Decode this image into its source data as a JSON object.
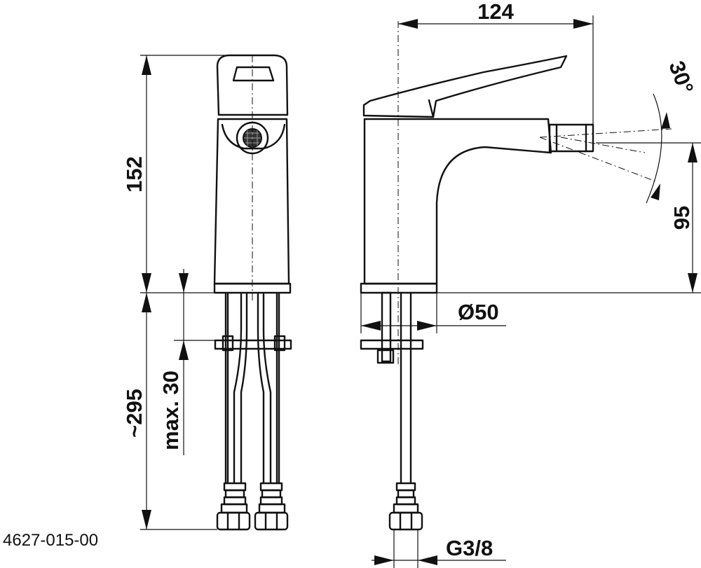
{
  "drawing": {
    "part_number": "4627-015-00",
    "dimensions": {
      "body_height": "152",
      "hose_length": "~295",
      "max_deck_thickness": "max. 30",
      "reach": "124",
      "spout_height": "95",
      "spray_angle": "30°",
      "base_diameter": "Ø50",
      "connection_thread": "G3/8"
    }
  }
}
